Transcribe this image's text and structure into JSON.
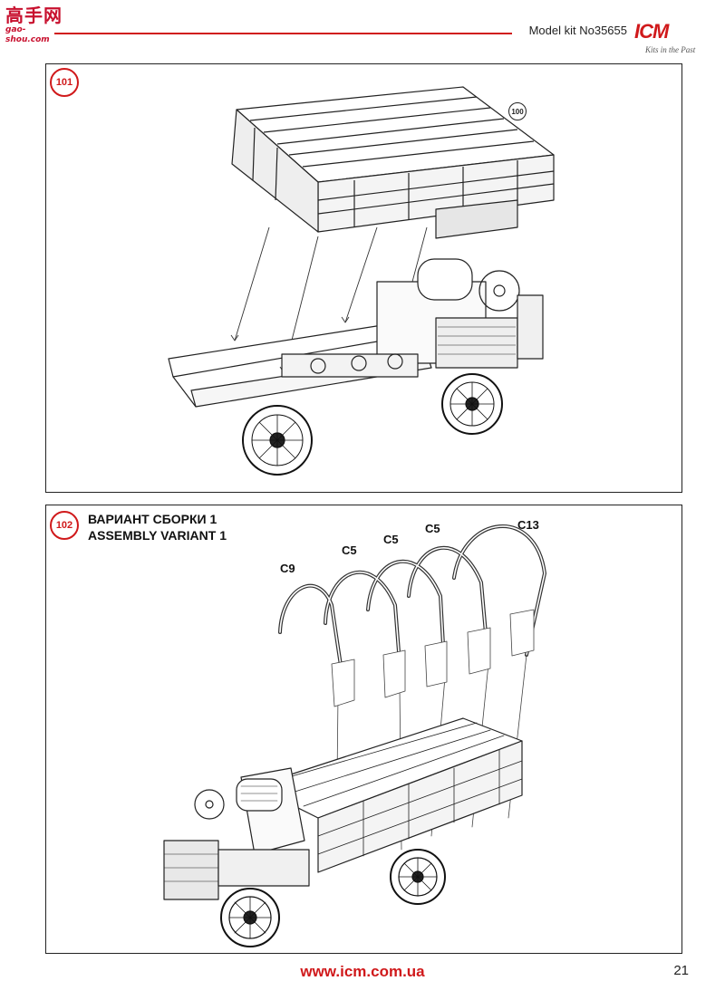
{
  "header": {
    "site_logo_text": "高手网",
    "site_logo_url": "gao-shou.com",
    "model_kit": "Model kit No35655",
    "brand_mark": "ICM",
    "brand_tagline": "Kits in the Past"
  },
  "steps": [
    {
      "number": "101",
      "reference": "100"
    },
    {
      "number": "102",
      "title_ru": "ВАРИАНТ СБОРКИ 1",
      "title_en": "ASSEMBLY VARIANT 1",
      "parts": [
        "C9",
        "C5",
        "C5",
        "C5",
        "C13"
      ]
    }
  ],
  "footer": {
    "url": "www.icm.com.ua",
    "page_number": "21"
  },
  "colors": {
    "accent_red": "#d0191b",
    "line": "#222222"
  }
}
